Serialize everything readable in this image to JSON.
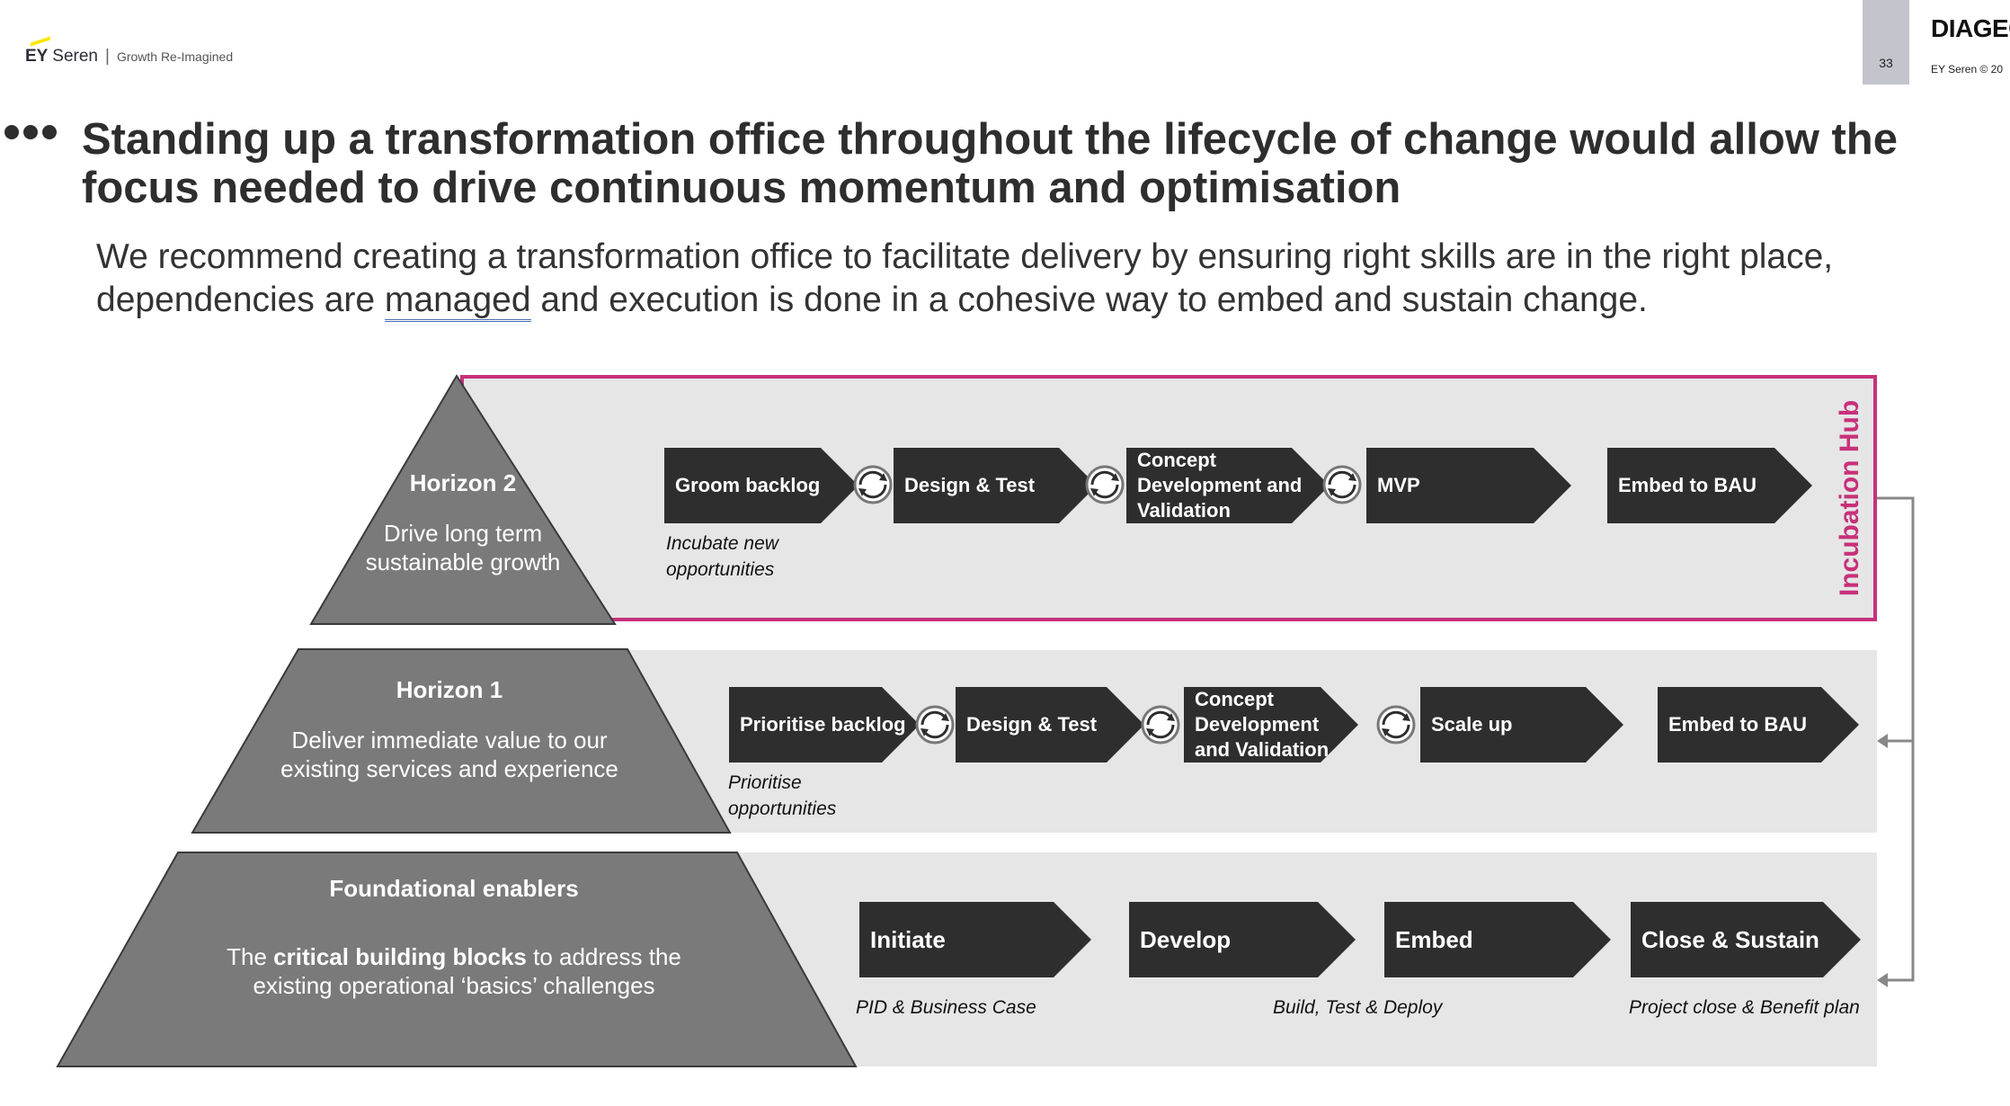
{
  "header": {
    "logo_brand": "EY",
    "logo_name": "Seren",
    "logo_tagline": "Growth Re-Imagined",
    "page_number": "33",
    "client": "DIAGEO",
    "copyright": "EY Seren © 20"
  },
  "title": "Standing up a transformation office throughout the lifecycle of change would allow the focus needed to drive continuous momentum and optimisation",
  "subtitle": {
    "before": "We recommend creating a transformation office to facilitate delivery by ensuring right skills are in the right place, dependencies are ",
    "underlined": "managed",
    "after": " and execution is done in a cohesive way to embed and sustain change."
  },
  "colors": {
    "hub_border": "#c8317a",
    "chevron": "#2e2e2e",
    "pyramid": "#7a7a7a",
    "band": "#e6e6e6"
  },
  "incubation_hub": "Incubation Hub",
  "horizon2": {
    "title": "Horizon 2",
    "desc": "Drive long term sustainable growth",
    "steps": [
      "Groom backlog",
      "Design & Test",
      "Concept Development and Validation",
      "MVP",
      "Embed to BAU"
    ],
    "note": "Incubate new opportunities"
  },
  "horizon1": {
    "title": "Horizon 1",
    "desc": "Deliver immediate value to our existing services and experience",
    "steps": [
      "Prioritise backlog",
      "Design & Test",
      "Concept Development and Validation",
      "Scale up",
      "Embed to BAU"
    ],
    "note": "Prioritise opportunities"
  },
  "foundational": {
    "title": "Foundational enablers",
    "desc_pre": "The ",
    "desc_bold": "critical building blocks",
    "desc_post": " to address the existing operational ‘basics’ challenges",
    "steps": [
      "Initiate",
      "Develop",
      "Embed",
      "Close & Sustain"
    ],
    "notes": [
      "PID & Business Case",
      "Build, Test & Deploy",
      "Project close & Benefit plan"
    ]
  }
}
